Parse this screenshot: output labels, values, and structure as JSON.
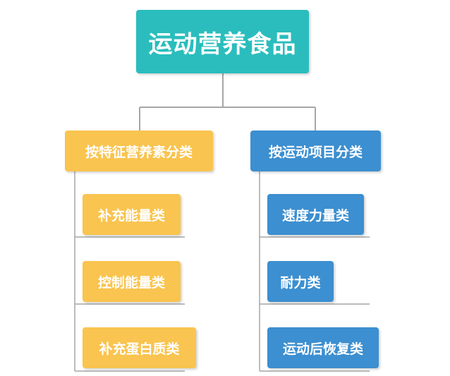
{
  "root": {
    "label": "运动营养食品"
  },
  "branches": [
    {
      "label": "按特征营养素分类",
      "color": "#f9c44f",
      "children": [
        "补充能量类",
        "控制能量类",
        "补充蛋白质类"
      ]
    },
    {
      "label": "按运动项目分类",
      "color": "#3c8fd0",
      "children": [
        "速度力量类",
        "耐力类",
        "运动后恢复类"
      ]
    }
  ],
  "colors": {
    "root": "#2bbdbd",
    "connector": "#a6a6a6"
  }
}
